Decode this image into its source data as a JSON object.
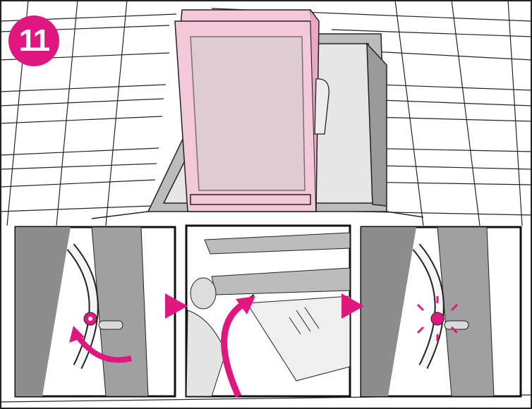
{
  "step": {
    "number": "11"
  },
  "colors": {
    "accent": "#e0177f",
    "sash_fill": "#f3c9d9",
    "glass": "#d6d6d6",
    "line": "#222222",
    "paper": "#ffffff"
  },
  "panels": [
    {
      "id": "panel-hinge-unlocked",
      "icon": "hinge-bracket-with-curved-arrow"
    },
    {
      "id": "panel-sash-lift",
      "icon": "person-lifting-sash-with-curved-arrow"
    },
    {
      "id": "panel-hinge-locked",
      "icon": "hinge-bracket-click"
    }
  ],
  "sequence_arrows": [
    "play-arrow-icon",
    "play-arrow-icon"
  ]
}
